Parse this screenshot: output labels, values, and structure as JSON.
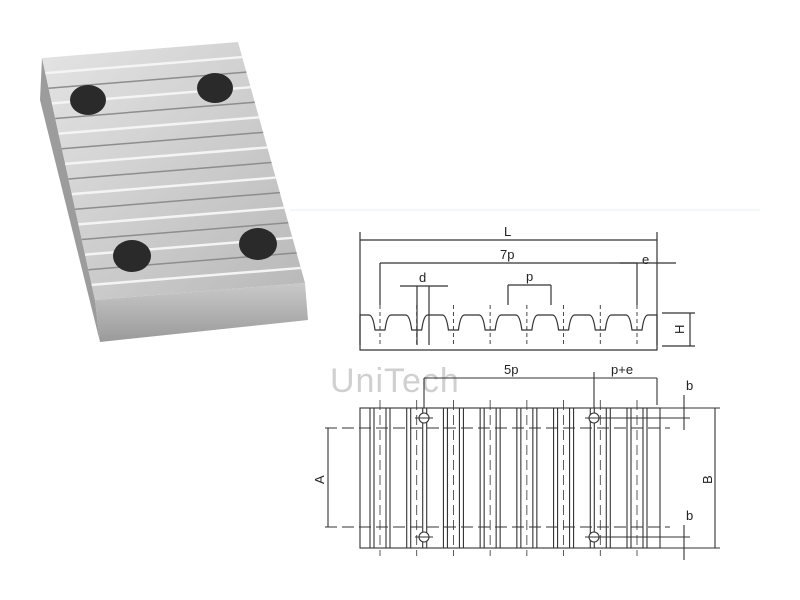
{
  "watermark": "UniTech",
  "side_view": {
    "labels": {
      "L": "L",
      "seven_p": "7p",
      "e": "e",
      "d": "d",
      "p": "p",
      "H": "H"
    },
    "tooth_count": 8
  },
  "plan_view": {
    "labels": {
      "five_p": "5p",
      "p_plus_e": "p+e",
      "A": "A",
      "B": "B",
      "b_top": "b",
      "b_bottom": "b"
    },
    "hole_count": 4
  },
  "colors": {
    "line": "#333333",
    "metal_light": "#d8d8d8",
    "metal_dark": "#8a8a8a",
    "hole": "#2a2a2a"
  }
}
